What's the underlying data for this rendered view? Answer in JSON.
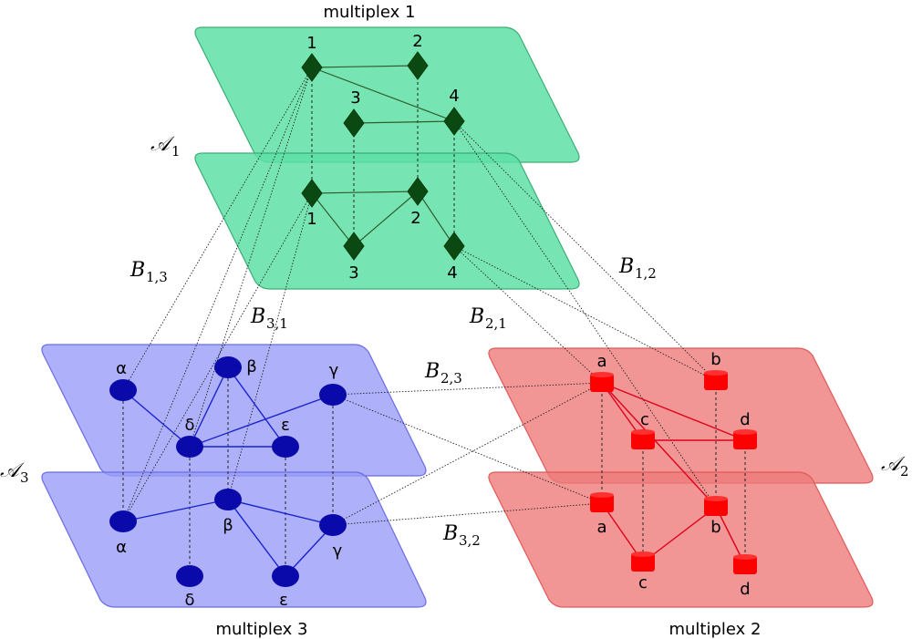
{
  "multiplexes": [
    {
      "id": "m1",
      "title": "multiplex 1",
      "layer_label": "𝒜",
      "layer_sub": "1",
      "color": "#5ee0a6",
      "edge_color": "#2d5f2d",
      "node_color": "#0a4a12"
    },
    {
      "id": "m2",
      "title": "multiplex 2",
      "layer_label": "𝒜",
      "layer_sub": "2",
      "color": "#ee7a7a",
      "edge_color": "#e0001a",
      "node_color": "#ff0000"
    },
    {
      "id": "m3",
      "title": "multiplex 3",
      "layer_label": "𝒜",
      "layer_sub": "3",
      "color": "#9a9cf8",
      "edge_color": "#1a22cc",
      "node_color": "#0a0aaa"
    }
  ],
  "bipartite_labels": [
    {
      "id": "B13",
      "main": "B",
      "sub": "1,3"
    },
    {
      "id": "B31",
      "main": "B",
      "sub": "3,1"
    },
    {
      "id": "B12",
      "main": "B",
      "sub": "1,2"
    },
    {
      "id": "B21",
      "main": "B",
      "sub": "2,1"
    },
    {
      "id": "B23",
      "main": "B",
      "sub": "2,3"
    },
    {
      "id": "B32",
      "main": "B",
      "sub": "3,2"
    }
  ],
  "node_labels": {
    "m1_top": [
      "1",
      "2",
      "3",
      "4"
    ],
    "m1_bot": [
      "1",
      "2",
      "3",
      "4"
    ],
    "m2_top": [
      "a",
      "b",
      "c",
      "d"
    ],
    "m2_bot": [
      "a",
      "b",
      "c",
      "d"
    ],
    "m3_top": [
      "α",
      "β",
      "γ",
      "δ",
      "ε"
    ],
    "m3_bot": [
      "α",
      "β",
      "γ",
      "δ",
      "ε"
    ]
  }
}
